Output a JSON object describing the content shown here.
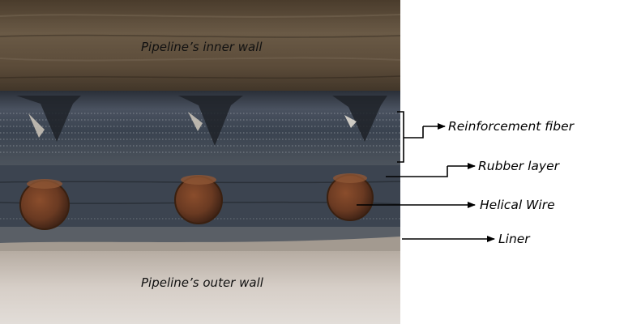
{
  "labels": {
    "inner_wall": "Pipeline’s inner wall",
    "outer_wall": "Pipeline’s outer wall"
  },
  "callouts": {
    "reinforcement_fiber": "Reinforcement fiber",
    "rubber_layer": "Rubber layer",
    "helical_wire": "Helical Wire",
    "liner": "Liner"
  },
  "colors": {
    "background": "#ffffff",
    "wood": "#5a4a38",
    "rubber": "#3b4350",
    "rust": "#6b3a22",
    "outer_wall": "#cfc7c0",
    "annotation": "#000000"
  }
}
